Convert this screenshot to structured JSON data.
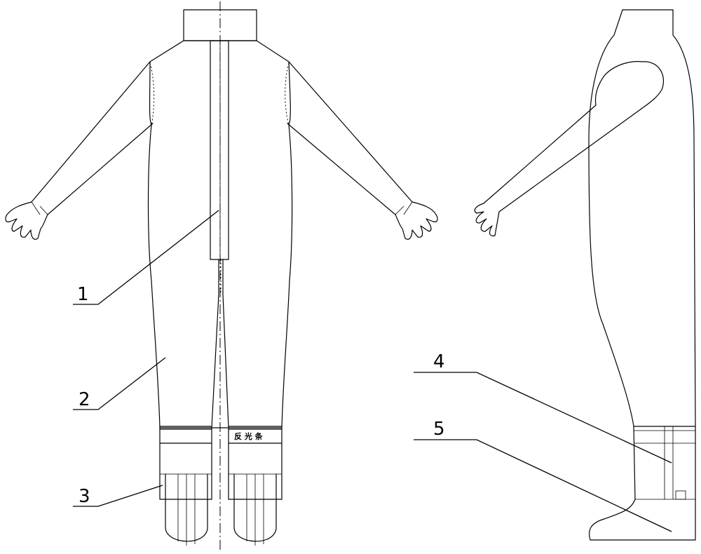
{
  "callouts": {
    "c1": "1",
    "c2": "2",
    "c3": "3",
    "c4": "4",
    "c5": "5"
  },
  "reflective_strip_text": "反 光 条"
}
